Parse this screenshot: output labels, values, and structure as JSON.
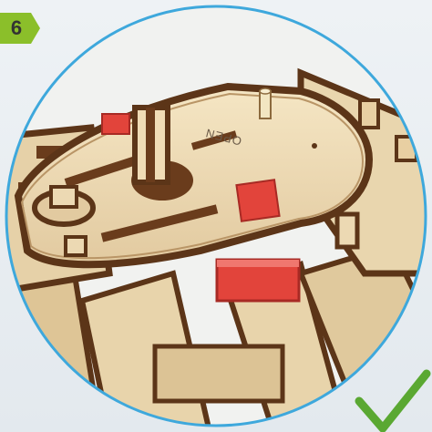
{
  "step": {
    "number": "6"
  },
  "illustration": {
    "engraved_text": "OPEN",
    "icons": [
      "assembly-view",
      "check-icon"
    ]
  },
  "colors": {
    "badge": "#8bbf2a",
    "circle_border": "#3ea8dc",
    "check": "#5aa832",
    "wood_light": "#efdcb6",
    "wood_dark": "#6a3c1c",
    "accent_red": "#e2443b"
  }
}
